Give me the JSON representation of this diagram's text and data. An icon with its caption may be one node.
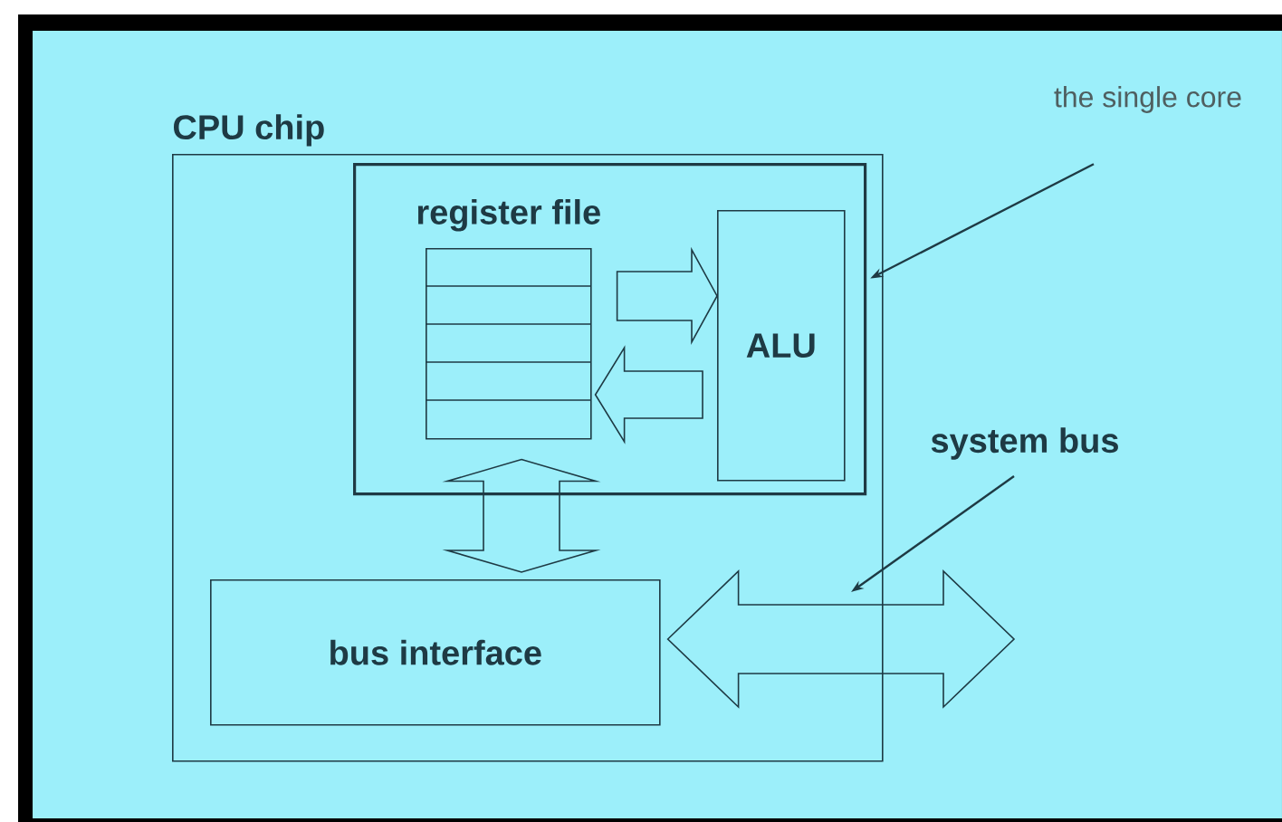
{
  "diagram": {
    "nodes": [
      {
        "text": [
          "CPU chip"
        ]
      },
      {
        "text": [],
        "shape": "box",
        "in": 0
      },
      {
        "text": [
          "register file"
        ],
        "in": 1
      },
      {
        "text": [
          "ALU"
        ],
        "in": 1
      },
      {
        "text": [
          "bus interface"
        ],
        "in": 0
      },
      {
        "text": [
          "the single core"
        ]
      },
      {
        "text": [
          "system bus"
        ]
      }
    ],
    "edges": [
      {
        "from": 2,
        "to": 3,
        "arrow": "to"
      },
      {
        "from": 3,
        "to": 2,
        "arrow": "to"
      },
      {
        "from": 2,
        "to": 4,
        "arrow": "both"
      },
      {
        "from": 4,
        "to": null,
        "arrow": "both"
      },
      {
        "from": 5,
        "to": 1,
        "arrow": "to"
      },
      {
        "from": 6,
        "to": null,
        "arrow": "to"
      }
    ]
  }
}
